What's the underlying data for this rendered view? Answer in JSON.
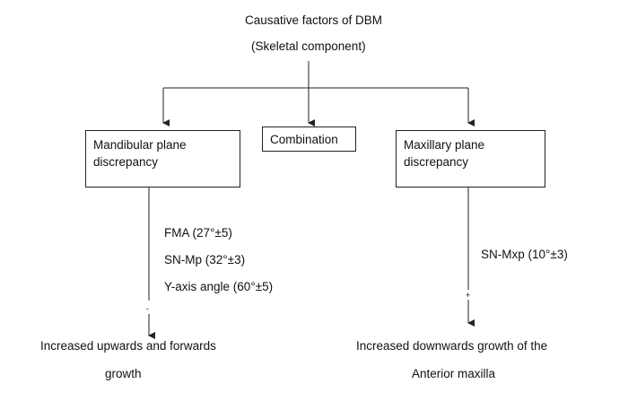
{
  "title": {
    "line1": "Causative factors of DBM",
    "line2": "(Skeletal component)"
  },
  "boxes": {
    "mandibular": {
      "line1": "Mandibular plane",
      "line2": "discrepancy"
    },
    "combination": {
      "label": "Combination"
    },
    "maxillary": {
      "line1": "Maxillary plane",
      "line2": "discrepancy"
    }
  },
  "mandibular_measures": [
    "FMA (27°±5)",
    "SN-Mp (32°±3)",
    "Y-axis angle (60°±5)"
  ],
  "maxillary_measures": [
    "SN-Mxp (10°±3)"
  ],
  "signs": {
    "mandibular": "-",
    "maxillary": "+"
  },
  "outcomes": {
    "mandibular": {
      "line1": "Increased upwards and forwards",
      "line2": "growth"
    },
    "maxillary": {
      "line1": "Increased downwards growth of the",
      "line2": "Anterior maxilla"
    }
  },
  "colors": {
    "line": "#222222",
    "text": "#111111",
    "background": "#ffffff"
  }
}
